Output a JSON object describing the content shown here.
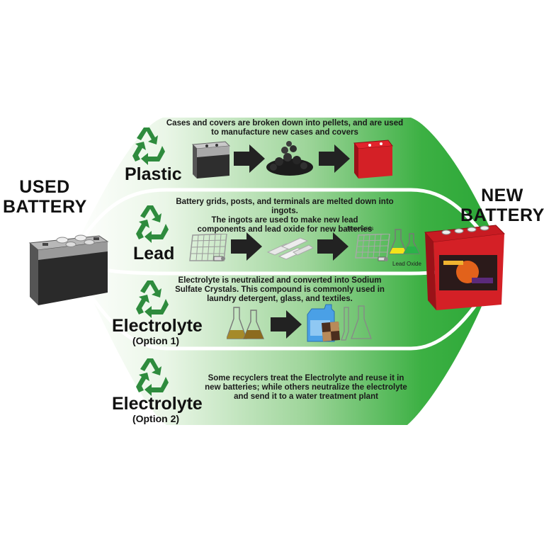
{
  "used_battery": {
    "line1": "USED",
    "line2": "BATTERY"
  },
  "new_battery": {
    "line1": "NEW",
    "line2": "BATTERY"
  },
  "rows": [
    {
      "label": "Plastic",
      "option": "",
      "desc_lines": [
        "Cases and covers are broken down into pellets, and are used",
        "to manufacture new cases and covers"
      ]
    },
    {
      "label": "Lead",
      "option": "",
      "desc_lines": [
        "Battery grids, posts, and terminals are melted down into ingots.",
        "The ingots are used to make new lead",
        "components and lead oxide for new batteries"
      ],
      "extra_labels": {
        "grids": "New Grids",
        "oxide": "Lead Oxide"
      }
    },
    {
      "label": "Electrolyte",
      "option": "(Option 1)",
      "desc_lines": [
        "Electrolyte is neutralized and converted into Sodium",
        "Sulfate Crystals. This compound is commonly used in",
        "laundry detergent, glass, and textiles."
      ]
    },
    {
      "label": "Electrolyte",
      "option": "(Option 2)",
      "desc_lines": [
        "Some recyclers treat the Electrolyte and reuse it in",
        "new batteries; while others neutralize the electrolyte",
        "and send it to a water treatment plant"
      ]
    }
  ],
  "colors": {
    "green_dark": "#2fae3a",
    "green_light": "#e9f6e6",
    "recycle": "#2e8b3d",
    "arrow": "#222222",
    "new_battery_red": "#d42026"
  },
  "icons": [
    "recycle-icon",
    "arrow-right-icon",
    "battery-icon",
    "pellets-icon",
    "grid-icon",
    "ingots-icon",
    "flask-icon",
    "detergent-icon"
  ]
}
